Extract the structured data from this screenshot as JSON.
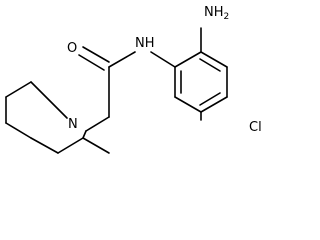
{
  "structure": {
    "atoms": {
      "amino": {
        "element": "N",
        "hydrogens": "H",
        "count": "2"
      },
      "amide_nitrogen": {
        "element": "N",
        "hydrogens": "H"
      },
      "carbonyl_oxygen": {
        "element": "O"
      },
      "piperidine_nitrogen": {
        "element": "N"
      },
      "chloro": {
        "element": "Cl"
      }
    }
  }
}
